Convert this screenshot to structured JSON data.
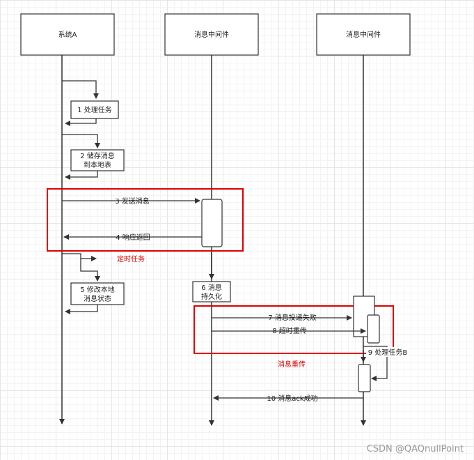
{
  "participants": {
    "a": "系统A",
    "mq1": "消息中间件",
    "mq2": "消息中间件"
  },
  "steps": {
    "s1": "1 处理任务",
    "s2_line1": "2 储存消息",
    "s2_line2": "到本地表",
    "s3": "3 发送消息",
    "s4": "4 响应返回",
    "s5_line1": "5 修改本地",
    "s5_line2": "消息状态",
    "s6_line1": "6 消息",
    "s6_line2": "持久化",
    "s7": "7 消息投递失败",
    "s8": "8 超时重传",
    "s9": "9 处理任务B",
    "s10": "10 消息ack成功"
  },
  "annotations": {
    "timed_task": "定时任务",
    "retransmit": "消息重传"
  },
  "watermark": "CSDN @QAQnullPoint",
  "colors": {
    "highlight": "#e00000",
    "line": "#333333"
  }
}
